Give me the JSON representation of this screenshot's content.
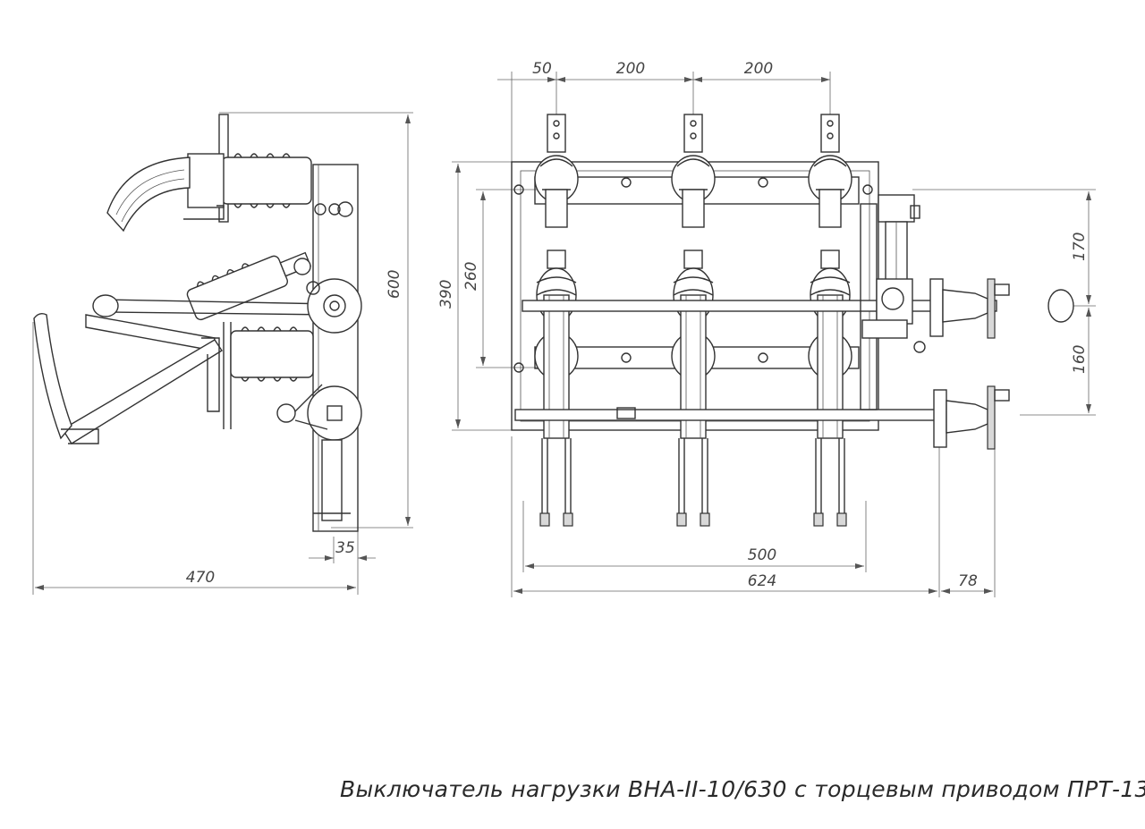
{
  "caption": "Выключатель нагрузки ВНА-II-10/630 с торцевым приводом ПРТ-13",
  "side_view": {
    "dim_height": "600",
    "dim_width": "470",
    "dim_offset": "35"
  },
  "front_view": {
    "dim_top_left": "50",
    "dim_top_mid": "200",
    "dim_top_right": "200",
    "dim_height_outer": "390",
    "dim_height_inner": "260",
    "dim_right_upper": "170",
    "dim_right_lower": "160",
    "dim_width_inner": "500",
    "dim_width_outer": "624",
    "dim_drive_offset": "78"
  }
}
